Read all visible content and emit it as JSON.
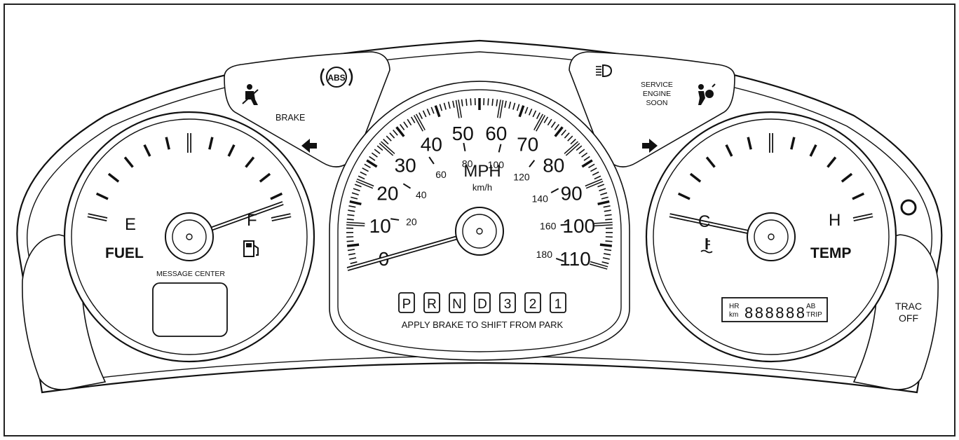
{
  "warnings": {
    "brake": "BRAKE",
    "abs": "ABS",
    "service_engine_soon": [
      "SERVICE",
      "ENGINE",
      "SOON"
    ],
    "trac_off": [
      "TRAC",
      "OFF"
    ]
  },
  "fuel": {
    "empty": "E",
    "full": "F",
    "label": "FUEL",
    "level": 0.95
  },
  "message_center": "MESSAGE CENTER",
  "speedometer": {
    "unit": "MPH",
    "unit_secondary": "km/h",
    "mph_labels": [
      "0",
      "10",
      "20",
      "30",
      "40",
      "50",
      "60",
      "70",
      "80",
      "90",
      "100",
      "110"
    ],
    "kmh_labels": [
      "20",
      "40",
      "60",
      "80",
      "100",
      "120",
      "140",
      "160",
      "180"
    ],
    "speed_mph": 0
  },
  "gear_selector": {
    "gears": [
      "P",
      "R",
      "N",
      "D",
      "3",
      "2",
      "1"
    ],
    "note": "APPLY BRAKE TO SHIFT FROM PARK"
  },
  "temperature": {
    "cold": "C",
    "hot": "H",
    "label": "TEMP",
    "level": 0.0
  },
  "odometer": {
    "left_top": "HR",
    "left_bottom": "km",
    "digits": "888888",
    "right_top": "AB",
    "right_bottom": "TRIP"
  }
}
